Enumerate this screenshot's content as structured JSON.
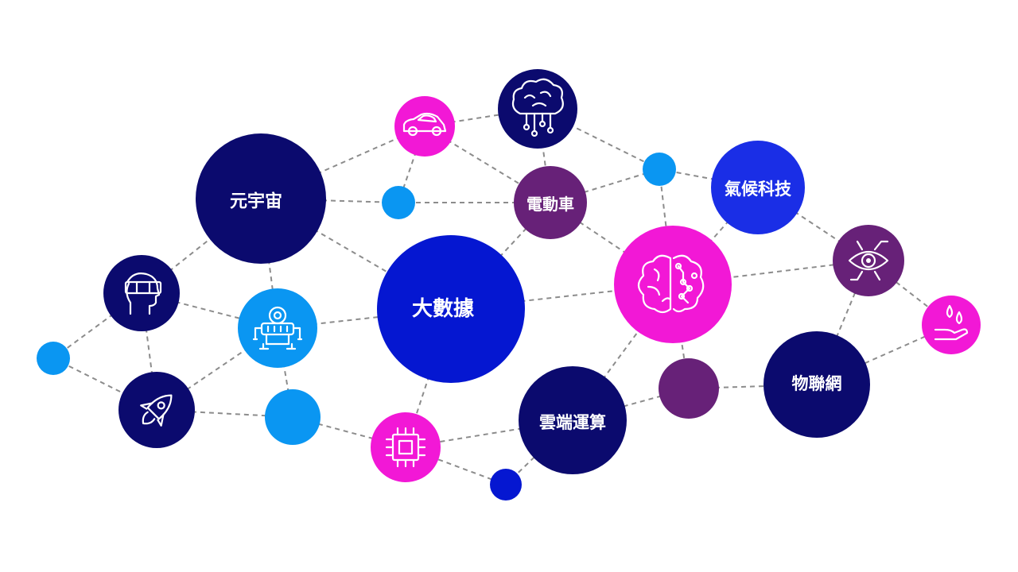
{
  "colors": {
    "navy": "#0b0a6e",
    "royal_blue": "#0517d1",
    "bright_blue": "#1a2ee6",
    "sky_blue": "#0a96f2",
    "magenta": "#f218d6",
    "purple": "#672178",
    "edge": "#8c8c8c"
  },
  "nodes": [
    {
      "id": "metaverse",
      "label": "元宇宙",
      "color": "navy"
    },
    {
      "id": "big-data",
      "label": "大數據",
      "color": "royal_blue"
    },
    {
      "id": "electric-vehicle",
      "label": "電動車",
      "color": "purple"
    },
    {
      "id": "climate-tech",
      "label": "氣候科技",
      "color": "bright_blue"
    },
    {
      "id": "iot",
      "label": "物聯網",
      "color": "navy"
    },
    {
      "id": "cloud-computing",
      "label": "雲端運算",
      "color": "navy"
    },
    {
      "id": "car",
      "icon": "car-icon",
      "color": "magenta"
    },
    {
      "id": "tree-circuit",
      "icon": "tree-circuit-icon",
      "color": "navy"
    },
    {
      "id": "vr-headset",
      "icon": "vr-headset-icon",
      "color": "navy"
    },
    {
      "id": "robot",
      "icon": "robot-icon",
      "color": "sky_blue"
    },
    {
      "id": "rocket",
      "icon": "rocket-icon",
      "color": "navy"
    },
    {
      "id": "chip",
      "icon": "chip-icon",
      "color": "magenta"
    },
    {
      "id": "ai-brain",
      "icon": "brain-icon",
      "color": "magenta"
    },
    {
      "id": "digital-eye",
      "icon": "eye-icon",
      "color": "purple"
    },
    {
      "id": "water-hand",
      "icon": "water-hand-icon",
      "color": "magenta"
    },
    {
      "id": "dot-a",
      "color": "sky_blue"
    },
    {
      "id": "dot-b",
      "color": "sky_blue"
    },
    {
      "id": "dot-c",
      "color": "sky_blue"
    },
    {
      "id": "dot-d",
      "color": "sky_blue"
    },
    {
      "id": "dot-e",
      "color": "royal_blue"
    },
    {
      "id": "dot-f",
      "color": "purple"
    }
  ],
  "edges": [
    [
      "dot-d",
      "vr-headset"
    ],
    [
      "dot-d",
      "rocket"
    ],
    [
      "vr-headset",
      "metaverse"
    ],
    [
      "vr-headset",
      "robot"
    ],
    [
      "vr-headset",
      "rocket"
    ],
    [
      "metaverse",
      "robot"
    ],
    [
      "metaverse",
      "car"
    ],
    [
      "metaverse",
      "dot-a"
    ],
    [
      "metaverse",
      "big-data"
    ],
    [
      "robot",
      "rocket"
    ],
    [
      "robot",
      "big-data"
    ],
    [
      "robot",
      "dot-c"
    ],
    [
      "rocket",
      "dot-c"
    ],
    [
      "dot-c",
      "chip"
    ],
    [
      "car",
      "dot-a"
    ],
    [
      "car",
      "tree-circuit"
    ],
    [
      "car",
      "electric-vehicle"
    ],
    [
      "dot-a",
      "electric-vehicle"
    ],
    [
      "tree-circuit",
      "electric-vehicle"
    ],
    [
      "tree-circuit",
      "dot-b"
    ],
    [
      "electric-vehicle",
      "dot-b"
    ],
    [
      "electric-vehicle",
      "big-data"
    ],
    [
      "electric-vehicle",
      "ai-brain"
    ],
    [
      "dot-b",
      "climate-tech"
    ],
    [
      "dot-b",
      "ai-brain"
    ],
    [
      "climate-tech",
      "ai-brain"
    ],
    [
      "climate-tech",
      "digital-eye"
    ],
    [
      "big-data",
      "ai-brain"
    ],
    [
      "big-data",
      "chip"
    ],
    [
      "chip",
      "cloud-computing"
    ],
    [
      "chip",
      "dot-e"
    ],
    [
      "dot-e",
      "cloud-computing"
    ],
    [
      "ai-brain",
      "cloud-computing"
    ],
    [
      "ai-brain",
      "dot-f"
    ],
    [
      "ai-brain",
      "digital-eye"
    ],
    [
      "cloud-computing",
      "dot-f"
    ],
    [
      "dot-f",
      "iot"
    ],
    [
      "digital-eye",
      "iot"
    ],
    [
      "digital-eye",
      "water-hand"
    ],
    [
      "iot",
      "water-hand"
    ]
  ]
}
